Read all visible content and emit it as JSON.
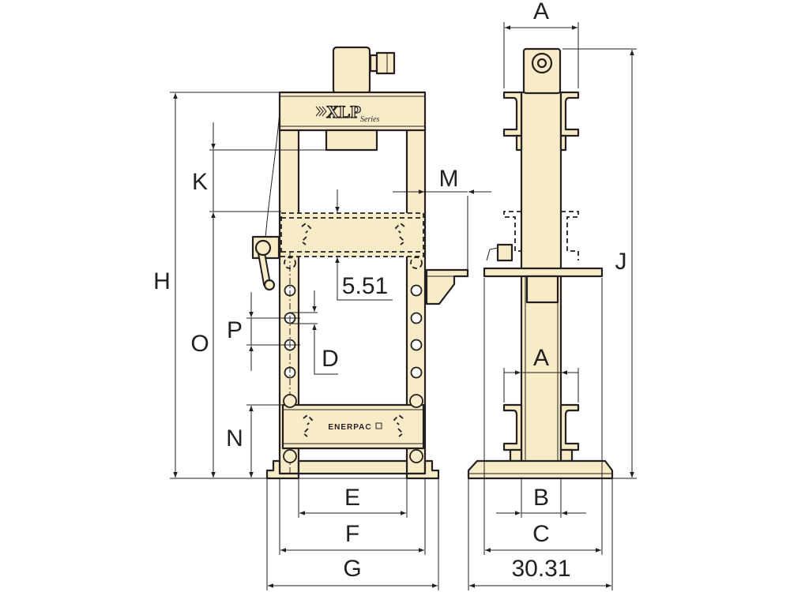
{
  "title": "XLP Series hydraulic press dimension drawing",
  "colors": {
    "body": "#f8ecc8",
    "line": "#231f20"
  },
  "logo": {
    "series_mark": "XLP",
    "series_word": "Series"
  },
  "brand_plate": "ENERPAC",
  "dimensions": {
    "front": {
      "H": "H",
      "K": "K",
      "O": "O",
      "N": "N",
      "P": "P",
      "D": "D",
      "M": "M",
      "E": "E",
      "F": "F",
      "G": "G",
      "stroke_value": "5.51"
    },
    "side": {
      "A_top": "A",
      "A_mid": "A",
      "J": "J",
      "B": "B",
      "C": "C",
      "base_depth": "30.31"
    }
  }
}
